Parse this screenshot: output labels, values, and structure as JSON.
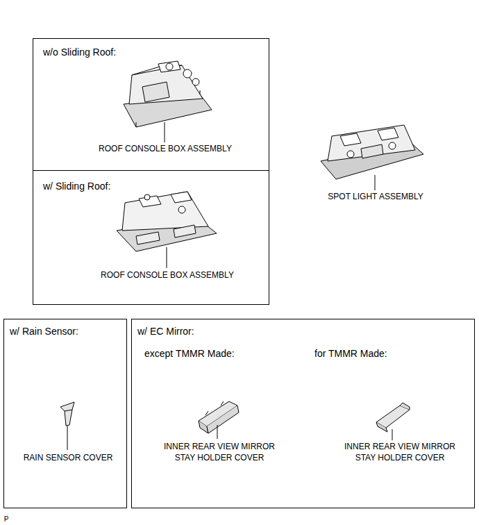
{
  "diagram": {
    "nodes": [
      {
        "text": [
          "w/o Sliding Roof:",
          "ROOF CONSOLE BOX ASSEMBLY"
        ]
      },
      {
        "text": [
          "w/ Sliding Roof:",
          "ROOF CONSOLE BOX ASSEMBLY"
        ]
      },
      {
        "text": [
          "w/ Rain Sensor:",
          "RAIN SENSOR COVER"
        ]
      },
      {
        "text": [
          "w/ EC Mirror:",
          "except TMMR Made:",
          "INNER REAR VIEW MIRROR STAY HOLDER COVER",
          "for TMMR Made:",
          "INNER REAR VIEW MIRROR STAY HOLDER COVER"
        ]
      }
    ],
    "labels": [
      "SPOT LIGHT ASSEMBLY",
      "P"
    ]
  }
}
